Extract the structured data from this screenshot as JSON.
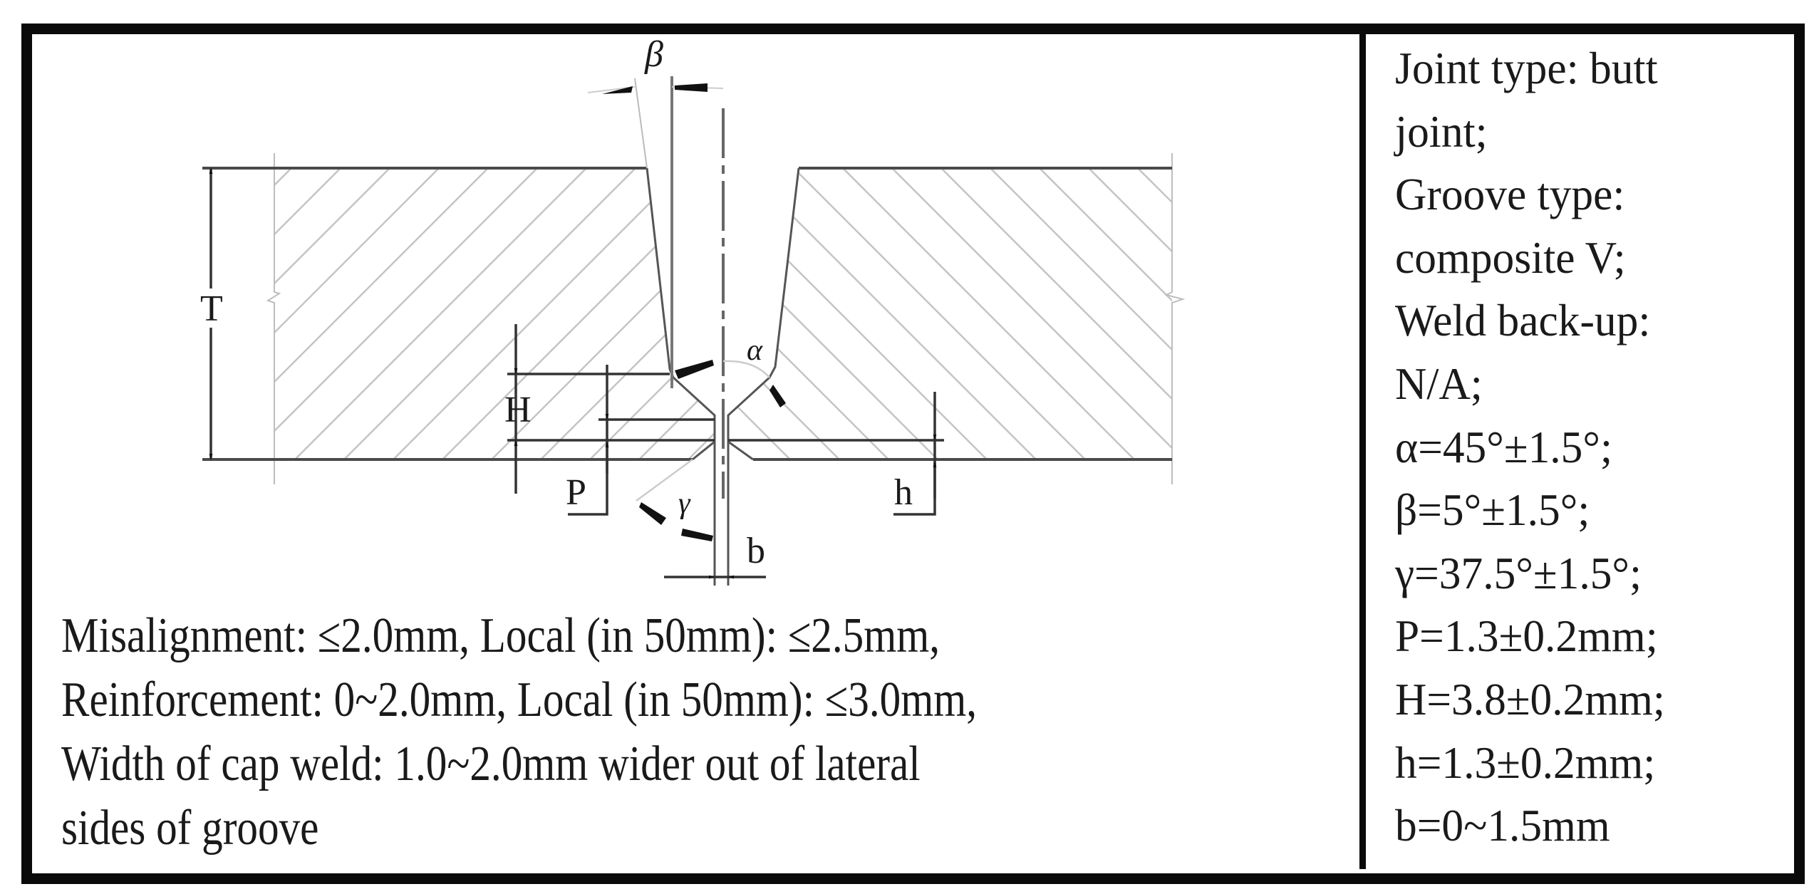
{
  "figure": {
    "type": "weld-joint-specification",
    "diagram_labels": {
      "thickness": "T",
      "groove_angle_upper": "β",
      "groove_angle_middle": "α",
      "groove_angle_back": "γ",
      "mid_height": "H",
      "root_face": "P",
      "back_height": "h",
      "root_gap": "b"
    },
    "notes": [
      "Misalignment: ≤2.0mm, Local (in 50mm): ≤2.5mm,",
      "Reinforcement: 0~2.0mm, Local (in 50mm): ≤3.0mm,",
      "Width of cap weld: 1.0~2.0mm wider out of lateral",
      "sides of groove"
    ],
    "specifications": [
      "Joint type: butt",
      "joint;",
      "Groove type:",
      "composite V;",
      "Weld back-up:",
      "N/A;",
      "α=45°±1.5°;",
      "β=5°±1.5°;",
      "γ=37.5°±1.5°;",
      "P=1.3±0.2mm;",
      "H=3.8±0.2mm;",
      "h=1.3±0.2mm;",
      "b=0~1.5mm"
    ],
    "colors": {
      "border": "#0a0a0a",
      "outline": "#4a4a4a",
      "hatch": "#c4c4c4",
      "text": "#1a1a1a"
    }
  }
}
